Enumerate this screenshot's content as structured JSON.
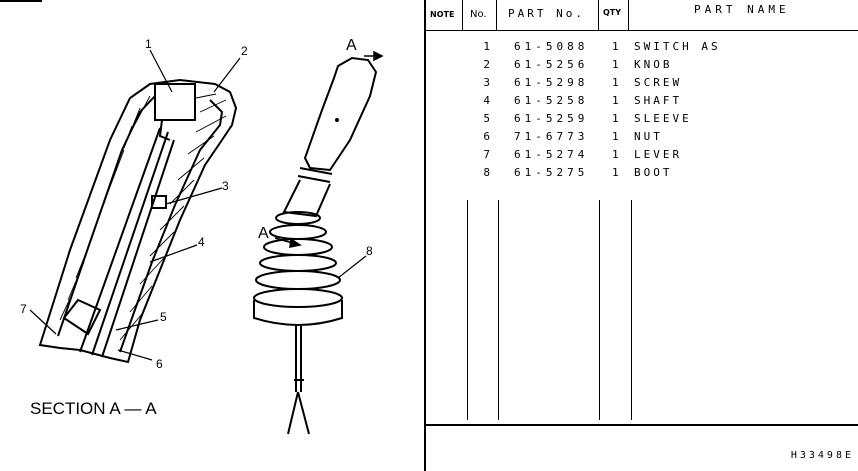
{
  "figure": {
    "section_label": "SECTION A — A",
    "section_callouts": [
      "1",
      "2",
      "3",
      "4",
      "5",
      "6",
      "7"
    ],
    "assembly_callouts": [
      "8"
    ],
    "view_markers": [
      "A",
      "A"
    ]
  },
  "table": {
    "headers": {
      "note": "NOTE",
      "no": "No.",
      "part_no": "PART No.",
      "qty": "QTY",
      "part_name": "PART NAME"
    },
    "rows": [
      {
        "no": "1",
        "part_no": "61-5088",
        "qty": "1",
        "name": "SWITCH AS"
      },
      {
        "no": "2",
        "part_no": "61-5256",
        "qty": "1",
        "name": "KNOB"
      },
      {
        "no": "3",
        "part_no": "61-5298",
        "qty": "1",
        "name": "SCREW"
      },
      {
        "no": "4",
        "part_no": "61-5258",
        "qty": "1",
        "name": "SHAFT"
      },
      {
        "no": "5",
        "part_no": "61-5259",
        "qty": "1",
        "name": "SLEEVE"
      },
      {
        "no": "6",
        "part_no": "71-6773",
        "qty": "1",
        "name": "NUT"
      },
      {
        "no": "7",
        "part_no": "61-5274",
        "qty": "1",
        "name": "LEVER"
      },
      {
        "no": "8",
        "part_no": "61-5275",
        "qty": "1",
        "name": "BOOT"
      }
    ]
  },
  "drawing_code": "H33498E"
}
